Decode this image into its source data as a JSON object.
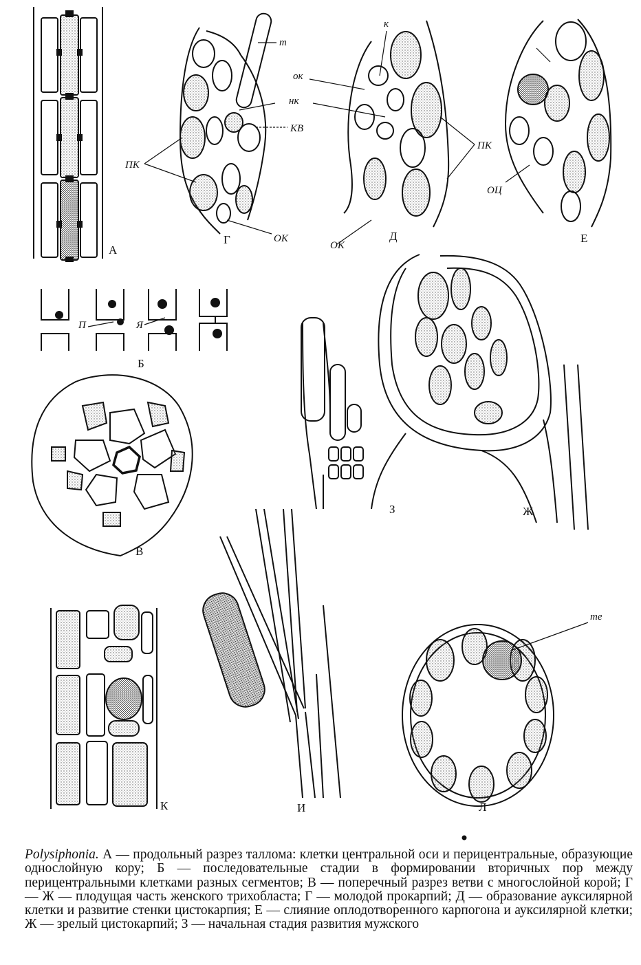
{
  "figure": {
    "panels": {
      "A": "А",
      "B": "Б",
      "V": "В",
      "G": "Г",
      "D": "Д",
      "E": "Е",
      "Zh": "Ж",
      "Z": "З",
      "I": "И",
      "K": "К",
      "L": "Л"
    },
    "annotations": {
      "t": "т",
      "ok_g": "ОК",
      "nk": "нк",
      "kv": "КВ",
      "pk_g": "ПК",
      "k_d": "к",
      "ok_d": "ок",
      "ok_d2": "ОК",
      "pk_d": "ПК",
      "oc": "ОЦ",
      "p": "П",
      "ya": "Я",
      "te": "те"
    }
  },
  "caption": {
    "taxon": "Polysiphonia.",
    "text": " А — продольный разрез таллома: клетки центральной оси и перицентральные, образующие однослойную кору; Б — последовательные стадии в формировании вторичных пор между перицентральными клетками разных сегментов; В — поперечный разрез ветви с многослойной корой; Г — Ж — плодущая часть женского трихобласта; Г — молодой прокарпий; Д — образование ауксилярной клетки и развитие стенки цистокарпия; Е — слияние оплодотворенного карпогона и ауксилярной клетки; Ж — зрелый цистокарпий; З — начальная стадия развития мужского"
  }
}
